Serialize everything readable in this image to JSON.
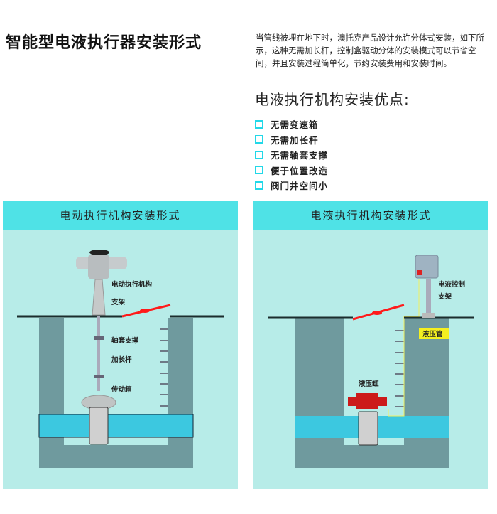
{
  "title": "智能型电液执行器安装形式",
  "intro": "当管线被埋在地下时，澳托克产品设计允许分体式安装，如下所示，这种无需加长杆，控制盒驱动分体的安装模式可以节省空间，并且安装过程简单化，节约安装费用和安装时间。",
  "advantages_title": "电液执行机构安装优点:",
  "advantages": [
    "无需变速箱",
    "无需加长杆",
    "无需轴套支撑",
    "便于位置改造",
    "阀门井空间小"
  ],
  "left_panel": {
    "title": "电动执行机构安装形式",
    "labels": {
      "actuator": "电动执行机构",
      "bracket": "支架",
      "bushing": "轴套支撑",
      "extension": "加长杆",
      "gearbox": "传动箱"
    }
  },
  "right_panel": {
    "title": "电液执行机构安装形式",
    "labels": {
      "control": "电液控制",
      "bracket": "支架",
      "pipe": "液压管",
      "cylinder": "液压缸"
    }
  },
  "colors": {
    "header": "#4fe2e6",
    "panel_bg": "#b7ece8",
    "wall": "#6f9a9e",
    "pipe": "#3cc8e0",
    "lid": "#ff1a1a",
    "bullet": "#22d8e8"
  }
}
